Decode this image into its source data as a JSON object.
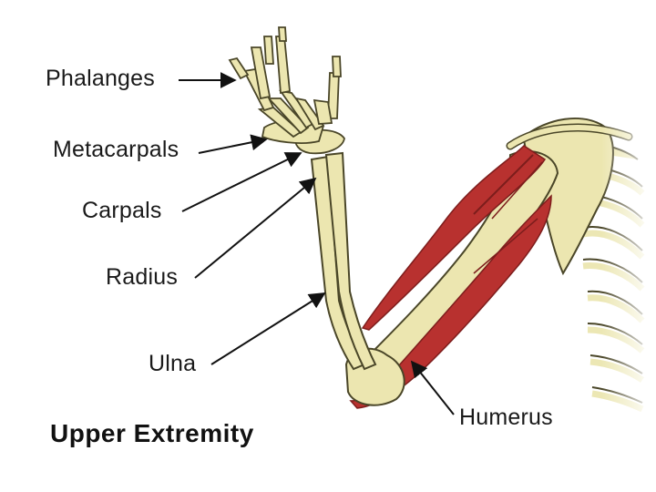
{
  "diagram": {
    "title": "Upper Extremity",
    "labels": {
      "phalanges": "Phalanges",
      "metacarpals": "Metacarpals",
      "carpals": "Carpals",
      "radius": "Radius",
      "ulna": "Ulna",
      "humerus": "Humerus"
    }
  },
  "colors": {
    "bone": "#ece6b0",
    "bone_outline": "#4a4628",
    "muscle": "#b8312f",
    "muscle_dark": "#7d1d1c",
    "text": "#1a1a1a",
    "arrow": "#111111"
  }
}
